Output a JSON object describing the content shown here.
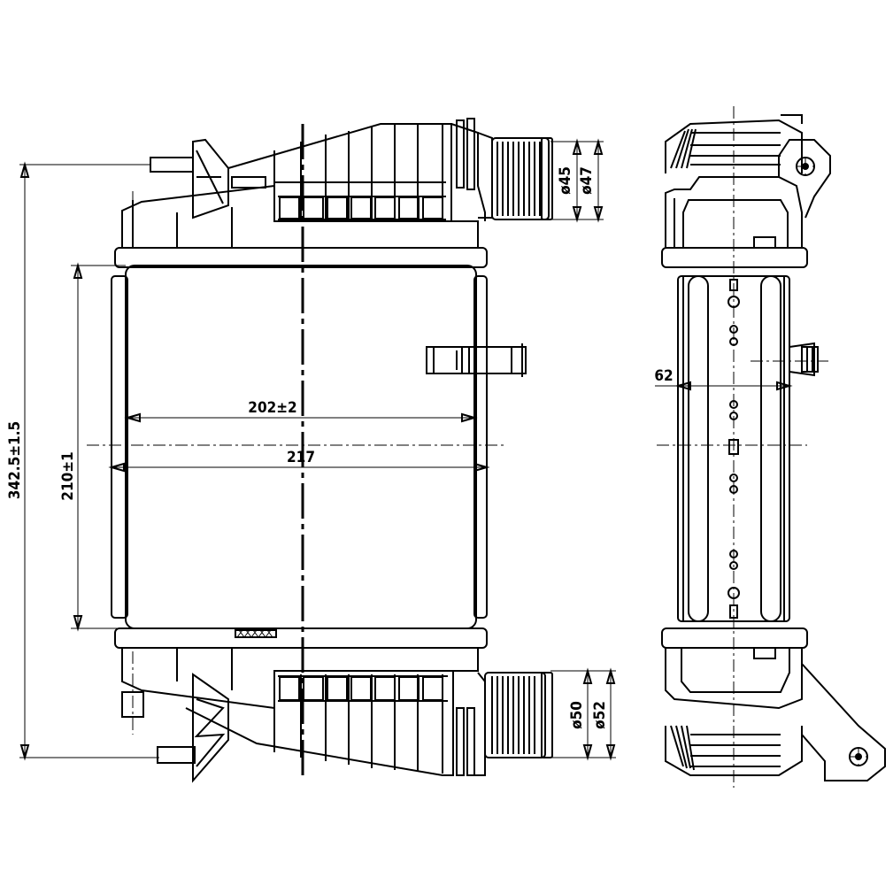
{
  "drawing": {
    "dimensions": {
      "overall_height": "342.5±1.5",
      "core_height": "210±1",
      "core_width_inner": "202±2",
      "core_width_outer": "217",
      "depth": "62",
      "inlet_inner_dia": "ø45",
      "inlet_outer_dia": "ø47",
      "outlet_inner_dia": "ø50",
      "outlet_outer_dia": "ø52"
    }
  }
}
